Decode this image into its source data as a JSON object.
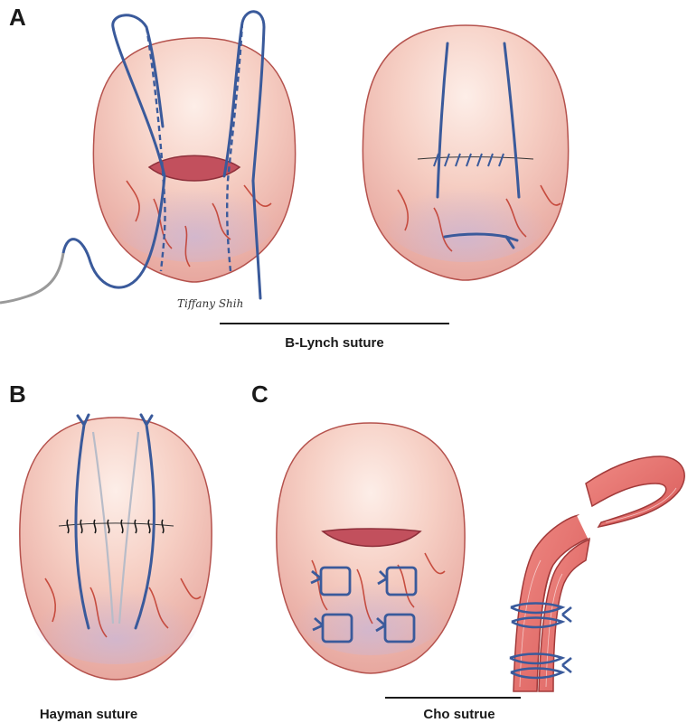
{
  "panels": {
    "a": {
      "letter": "A",
      "caption": "B-Lynch suture",
      "signature": "Tiffany Shih"
    },
    "b": {
      "letter": "B",
      "caption": "Hayman suture"
    },
    "c": {
      "letter": "C",
      "caption": "Cho sutrue"
    }
  },
  "colors": {
    "uterus_fill": "#f4c2b8",
    "uterus_outline": "#b5524d",
    "suture": "#3a5a9b",
    "needle": "#9a9a9a",
    "vessel": "#c0392b",
    "incision": "#c2505d",
    "muscle": "#e5706e"
  }
}
